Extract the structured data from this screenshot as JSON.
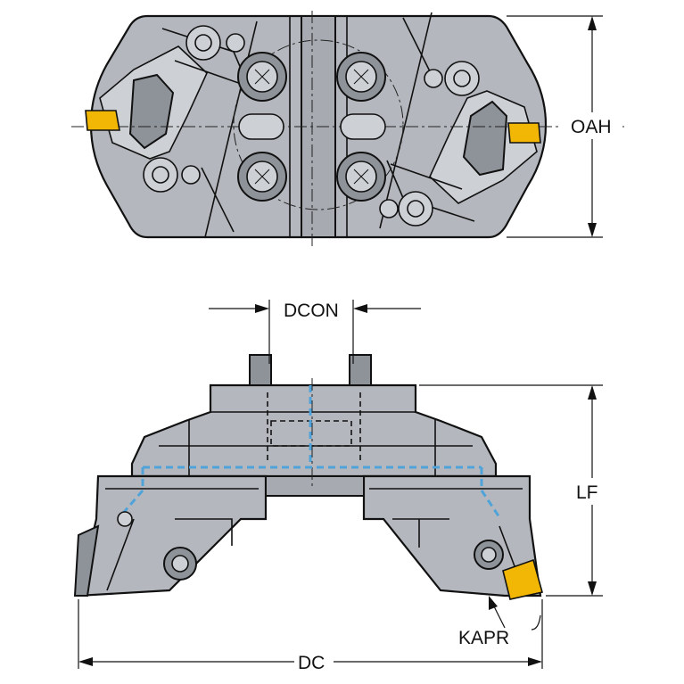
{
  "labels": {
    "oah": "OAH",
    "dcon": "DCON",
    "lf": "LF",
    "dc": "DC",
    "kapr": "KAPR"
  },
  "colors": {
    "body": "#b4b8be",
    "insert": "#f2b705",
    "coolant": "#4fa3d9"
  }
}
